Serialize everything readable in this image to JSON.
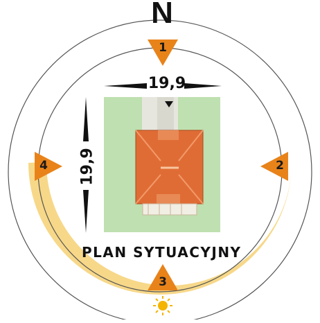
{
  "compass": {
    "north_label": "N",
    "markers": [
      {
        "id": "m1",
        "label": "1"
      },
      {
        "id": "m2",
        "label": "2"
      },
      {
        "id": "m3",
        "label": "3"
      },
      {
        "id": "m4",
        "label": "4"
      }
    ]
  },
  "dimensions": {
    "width_label": "19,9",
    "depth_label": "19,9"
  },
  "title": "PLAN SYTUACYJNY",
  "colors": {
    "sun_band": "#f7d889",
    "marker": "#e8831a",
    "plot": "#bfe0b0",
    "roof": "#e0703a",
    "path": "#e4e4dc",
    "ring_line": "#555555"
  }
}
